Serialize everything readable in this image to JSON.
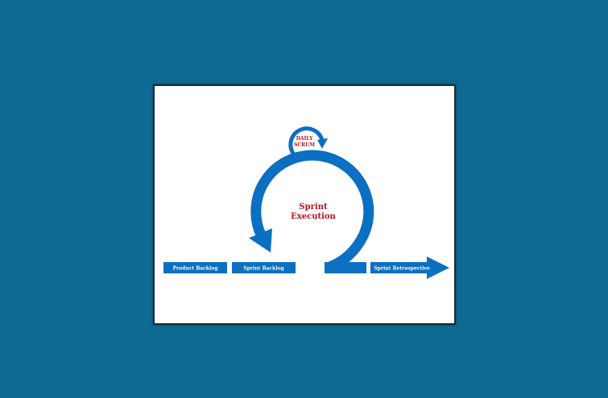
{
  "diagram": {
    "daily_scrum_line1": "DAILY",
    "daily_scrum_line2": "SCRUM",
    "center_line1": "Sprint",
    "center_line2": "Execution",
    "steps": [
      "Product Backlog",
      "Sprint Backlog",
      "Sprint Retrospective"
    ],
    "colors": {
      "arrow": "#0b6fc2",
      "label": "#b5121b",
      "background": "#0d6a93"
    }
  }
}
